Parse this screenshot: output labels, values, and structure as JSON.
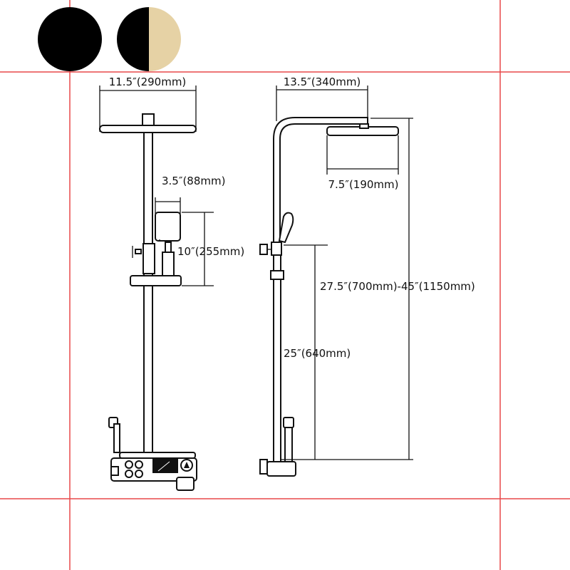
{
  "finishes": [
    {
      "name": "black-swatch",
      "colors": [
        "#000000"
      ]
    },
    {
      "name": "black-gold-swatch",
      "colors": [
        "#000000",
        "#e6d2a5"
      ]
    }
  ],
  "colors": {
    "guide_line": "#e8484a",
    "ink": "#111111",
    "gold": "#e6d2a5"
  },
  "front_view": {
    "head_width": "11.5″(290mm)",
    "handshower_width": "3.5″(88mm)",
    "handshower_height": "10″(255mm)"
  },
  "side_view": {
    "arm_reach": "13.5″(340mm)",
    "head_depth": "7.5″(190mm)",
    "total_height": "27.5″(700mm)-45″(1150mm)",
    "holder_height": "25″(640mm)"
  }
}
